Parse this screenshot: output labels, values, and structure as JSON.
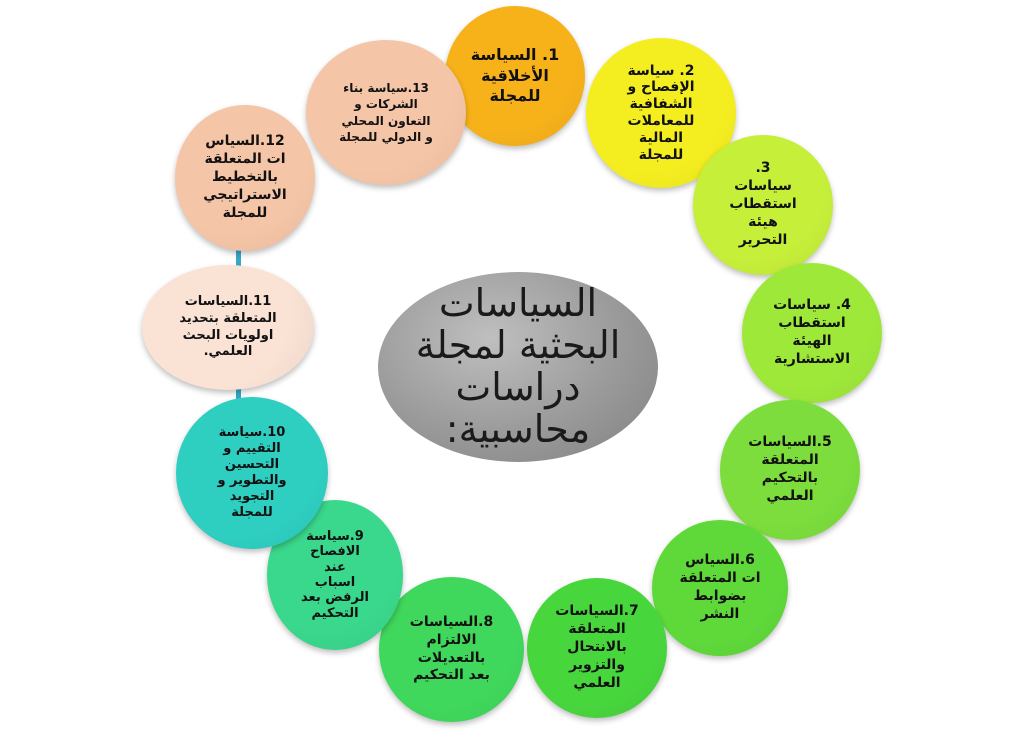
{
  "center": {
    "text": "السياسات\nالبحثية لمجلة\nدراسات\nمحاسبية:",
    "color": "#9e9e9e"
  },
  "nodes": [
    {
      "text": "1. السياسة\nالأخلاقية\nللمجلة",
      "color": "#f7b21a"
    },
    {
      "text": "2. سياسة\nالإفصاح و\nالشفافية\nللمعاملات\nالمالية\nللمجلة",
      "color": "#f4ee20"
    },
    {
      "text": "3.\nسياسات\nاستقطاب\nهيئة\nالتحرير",
      "color": "#c6ef3a"
    },
    {
      "text": "4. سياسات\nاستقطاب\nالهيئة\nالاستشارية",
      "color": "#9ee83a"
    },
    {
      "text": "5.السياسات\nالمتعلقة\nبالتحكيم\nالعلمي",
      "color": "#7cdd3c"
    },
    {
      "text": "6.السياس\nات المتعلقة\nبضوابط\nالنشر",
      "color": "#5fd93a"
    },
    {
      "text": "7.السياسات\nالمتعلقة\nبالانتحال\nوالتزوير\nالعلمي",
      "color": "#48d63d"
    },
    {
      "text": "8.السياسات\nالالتزام\nبالتعديلات\nبعد التحكيم",
      "color": "#40d85c"
    },
    {
      "text": "9.سياسة\nالافصاح\nعند\nاسباب\nالرفض بعد\nالتحكيم",
      "color": "#3ad88c"
    },
    {
      "text": "10.سياسة\nالتقييم و\nالتحسين\nوالتطوير و\nالتجويد\nللمجلة",
      "color": "#2ecfc1"
    },
    {
      "text": "11.السياسات\nالمتعلقة بتحديد\nاولويات البحث\nالعلمي.",
      "color": "#fae3d5"
    },
    {
      "text": "12.السياس\nات المتعلقة\nبالتخطيط\nالاستراتيجي\nللمجلة",
      "color": "#f5c5a7"
    },
    {
      "text": "13.سياسة بناء\nالشركات و\nالتعاون المحلي\nو الدولي للمجلة",
      "color": "#f5c5a7"
    }
  ]
}
